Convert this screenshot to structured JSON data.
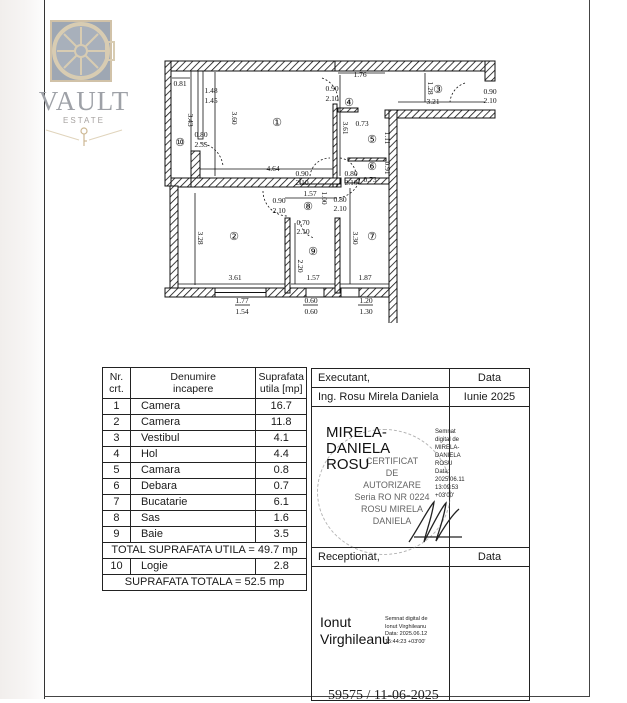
{
  "logo": {
    "name": "VAULT",
    "subtitle": "ESTATE",
    "icon": "vault-door-icon",
    "key_icon": "key-icon"
  },
  "floor_plan": {
    "rooms": [
      {
        "nr": "1",
        "label": "①"
      },
      {
        "nr": "2",
        "label": "②"
      },
      {
        "nr": "3",
        "label": "③"
      },
      {
        "nr": "4",
        "label": "④"
      },
      {
        "nr": "5",
        "label": "⑤"
      },
      {
        "nr": "6",
        "label": "⑥"
      },
      {
        "nr": "7",
        "label": "⑦"
      },
      {
        "nr": "8",
        "label": "⑧"
      },
      {
        "nr": "9",
        "label": "⑨"
      },
      {
        "nr": "10",
        "label": "⑩"
      }
    ],
    "dimensions": {
      "d_081": "0.81",
      "d_148_145": [
        "1.48",
        "1.45"
      ],
      "d_360": "3.60",
      "d_343": "3.43",
      "d_080_235": [
        "0.80",
        "2.35"
      ],
      "d_464": "4.64",
      "d_176": "1.76",
      "d_090_210_a": [
        "0.90",
        "2.10"
      ],
      "d_361": "3.61",
      "d_128": "1.28",
      "d_321": "3.21",
      "d_090_210_b": [
        "0.90",
        "2.10"
      ],
      "d_073_a": "0.73",
      "d_111": "1.11",
      "d_091": "0.91",
      "d_073_b": "0.73",
      "d_080_210_a": [
        "0.80",
        "2.10"
      ],
      "d_090_210_c": [
        "0.90",
        "2.10"
      ],
      "d_157_a": "1.57",
      "d_090_210_d": [
        "0.90",
        "2.10"
      ],
      "d_100": "1.00",
      "d_080_210_b": [
        "0.80",
        "2.10"
      ],
      "d_070_210": [
        "0.70",
        "2.10"
      ],
      "d_328": "3.28",
      "d_330": "3.30",
      "d_220": "2.20",
      "d_361_b": "3.61",
      "d_157_b": "1.57",
      "d_187": "1.87",
      "win_1": [
        "1.77",
        "1.54"
      ],
      "win_2": [
        "0.60",
        "0.60"
      ],
      "win_3": [
        "1.20",
        "1.30"
      ]
    }
  },
  "rooms_table": {
    "headers": {
      "nr": "Nr.\ncrt.",
      "name": "Denumire\nincapere",
      "area": "Suprafata\nutila [mp]"
    },
    "rows": [
      {
        "nr": "1",
        "name": "Camera",
        "area": "16.7"
      },
      {
        "nr": "2",
        "name": "Camera",
        "area": "11.8"
      },
      {
        "nr": "3",
        "name": "Vestibul",
        "area": "4.1"
      },
      {
        "nr": "4",
        "name": "Hol",
        "area": "4.4"
      },
      {
        "nr": "5",
        "name": "Camara",
        "area": "0.8"
      },
      {
        "nr": "6",
        "name": "Debara",
        "area": "0.7"
      },
      {
        "nr": "7",
        "name": "Bucatarie",
        "area": "6.1"
      },
      {
        "nr": "8",
        "name": "Sas",
        "area": "1.6"
      },
      {
        "nr": "9",
        "name": "Baie",
        "area": "3.5"
      }
    ],
    "total_utila": "TOTAL SUPRAFATA UTILA = 49.7 mp",
    "extra_row": {
      "nr": "10",
      "name": "Logie",
      "area": "2.8"
    },
    "total": "SUPRAFATA TOTALA = 52.5 mp"
  },
  "signatures": {
    "executant_label": "Executant,",
    "data_label": "Data",
    "executant_name": "Ing. Rosu Mirela Daniela",
    "executant_date": "Iunie 2025",
    "signer_line1": "MIRELA-DANIELA",
    "signer_line2": "ROSU",
    "signer_note": "Semnat digital de MIRELA-\nDANIELA ROSU\nData: 2025.06.11 13:09:53 +03'00'",
    "stamp_text": "CERTIFICAT\nDE\nAUTORIZARE\nSeria RO NR 0224\nROSU MIRELA\nDANIELA",
    "receptionat_label": "Receptionat,",
    "data_label_2": "Data",
    "receiver_name_1": "Ionut",
    "receiver_name_2": "Virghileanu",
    "receiver_note": "Semnat digital de\nIonut Virghileanu\nData: 2025.06.12\n15:44:23 +03'00'",
    "registration": "59575 / 11-06-2025"
  }
}
